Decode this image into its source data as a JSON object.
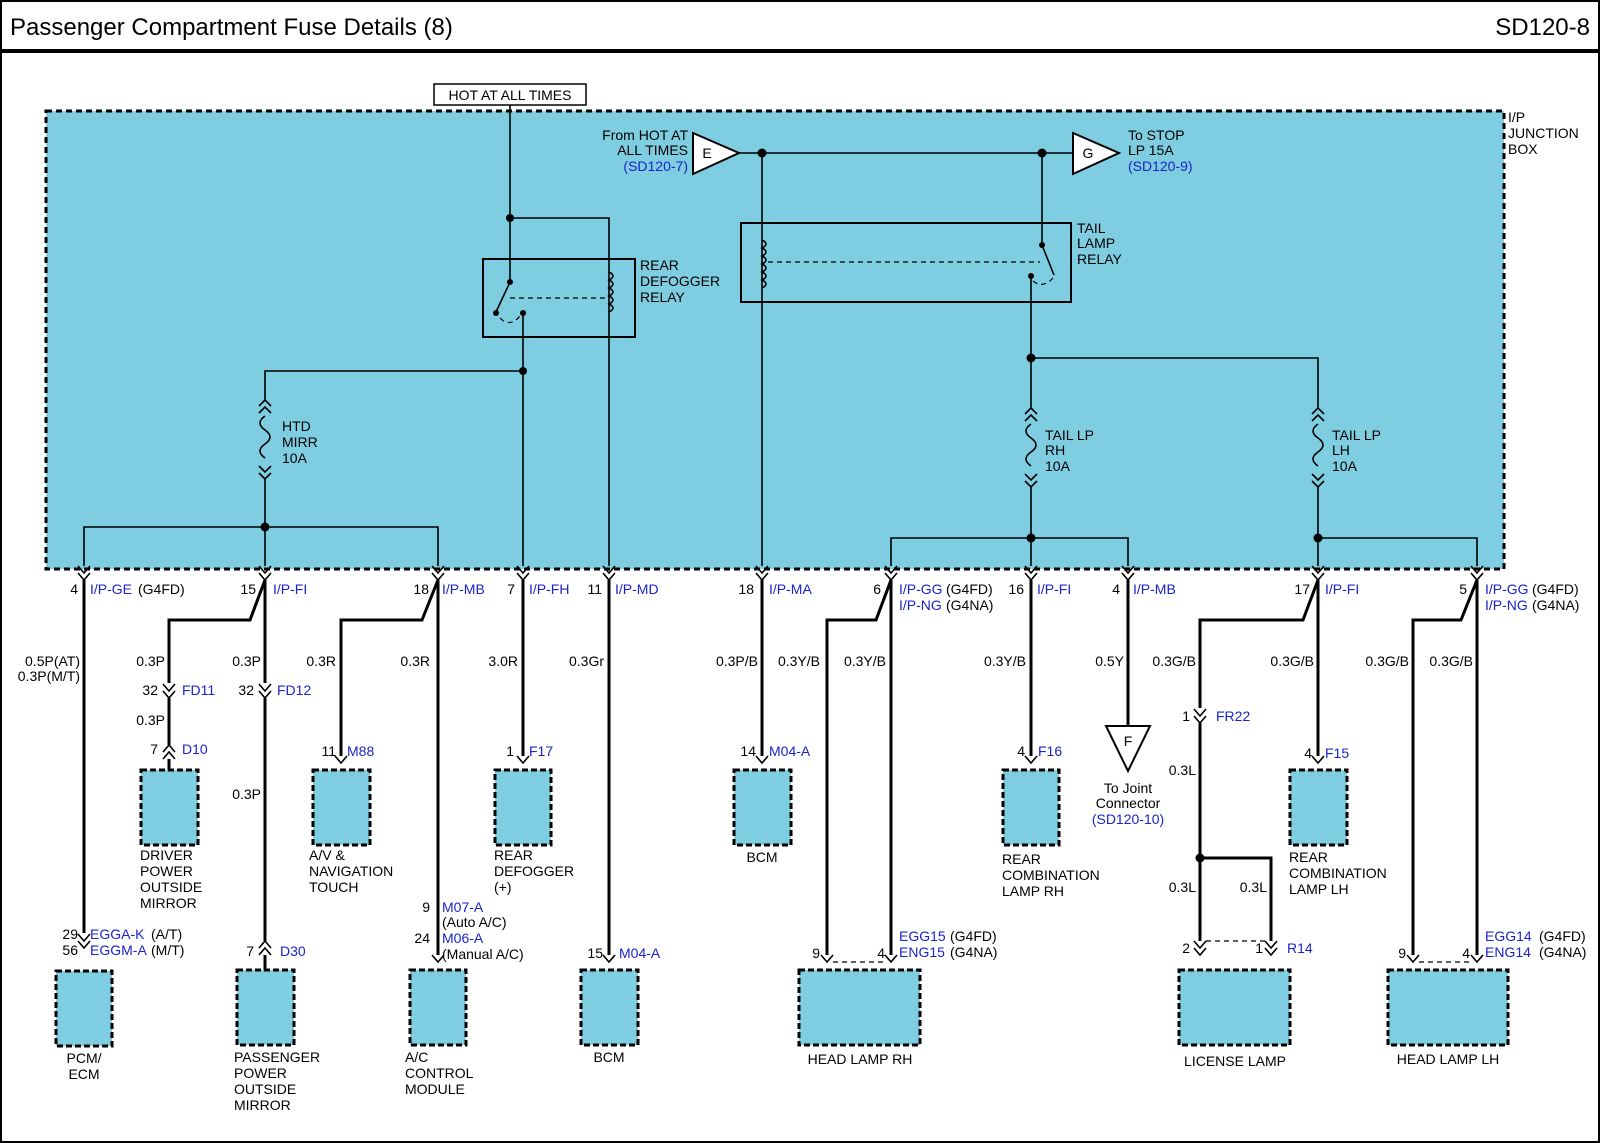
{
  "header": {
    "title": "Passenger Compartment Fuse Details (8)",
    "page_code": "SD120-8"
  },
  "hot_label": "HOT AT ALL TIMES",
  "junction_box": [
    "I/P",
    "JUNCTION",
    "BOX"
  ],
  "from_hot": {
    "letter": "E",
    "lines": [
      "From HOT AT",
      "ALL TIMES"
    ],
    "ref": "(SD120-7)"
  },
  "to_stop": {
    "letter": "G",
    "lines": [
      "To STOP",
      "LP 15A"
    ],
    "ref": "(SD120-9)"
  },
  "to_joint": {
    "letter": "F",
    "lines": [
      "To Joint",
      "Connector"
    ],
    "ref": "(SD120-10)"
  },
  "relays": {
    "rear_defogger": [
      "REAR",
      "DEFOGGER",
      "RELAY"
    ],
    "tail_lamp": [
      "TAIL",
      "LAMP",
      "RELAY"
    ]
  },
  "fuses": {
    "htd_mirr": [
      "HTD",
      "MIRR",
      "10A"
    ],
    "tail_rh": [
      "TAIL LP",
      "RH",
      "10A"
    ],
    "tail_lh": [
      "TAIL LP",
      "LH",
      "10A"
    ]
  },
  "terminals": {
    "t1": {
      "pin": "4",
      "conn": "I/P-GE",
      "note": "(G4FD)"
    },
    "t2": {
      "pin": "15",
      "conn": "I/P-FI"
    },
    "t3": {
      "pin": "18",
      "conn": "I/P-MB"
    },
    "t4": {
      "pin": "7",
      "conn": "I/P-FH"
    },
    "t5": {
      "pin": "11",
      "conn": "I/P-MD"
    },
    "t6": {
      "pin": "18",
      "conn": "I/P-MA"
    },
    "t7": {
      "pin": "6",
      "conn": "I/P-GG",
      "note": "(G4FD)",
      "conn2": "I/P-NG",
      "note2": "(G4NA)"
    },
    "t8": {
      "pin": "16",
      "conn": "I/P-FI"
    },
    "t9": {
      "pin": "4",
      "conn": "I/P-MB"
    },
    "t10": {
      "pin": "17",
      "conn": "I/P-FI"
    },
    "t11": {
      "pin": "5",
      "conn": "I/P-GG",
      "note": "(G4FD)",
      "conn2": "I/P-NG",
      "note2": "(G4NA)"
    }
  },
  "wires": {
    "w_pcm1": "0.5P(AT)",
    "w_pcm2": "0.3P(M/T)",
    "w_fd11": "0.3P",
    "w_d10": "0.3P",
    "w_fd12": "0.3P",
    "w_d30": "0.3P",
    "w_m88": "0.3R",
    "w_ac": "0.3R",
    "w_f17": "3.0R",
    "w_bcm1": "0.3Gr",
    "w_bcm2": "0.3P/B",
    "w_hrh1": "0.3Y/B",
    "w_hrh2": "0.3Y/B",
    "w_f16": "0.3Y/B",
    "w_f": "0.5Y",
    "w_fr22": "0.3G/B",
    "w_f15": "0.3G/B",
    "w_hlh1": "0.3G/B",
    "w_hlh2": "0.3G/B",
    "w_l1": "0.3L",
    "w_l2": "0.3L",
    "w_l3": "0.3L"
  },
  "connectors": {
    "fd11": {
      "pin": "32",
      "name": "FD11"
    },
    "fd12": {
      "pin": "32",
      "name": "FD12"
    },
    "d10": {
      "pin": "7",
      "name": "D10"
    },
    "d30": {
      "pin": "7",
      "name": "D30"
    },
    "m88": {
      "pin": "11",
      "name": "M88"
    },
    "f17": {
      "pin": "1",
      "name": "F17"
    },
    "m04a_1": {
      "pin": "14",
      "name": "M04-A"
    },
    "m04a_2": {
      "pin": "15",
      "name": "M04-A"
    },
    "f16": {
      "pin": "4",
      "name": "F16"
    },
    "fr22": {
      "pin": "1",
      "name": "FR22"
    },
    "f15": {
      "pin": "4",
      "name": "F15"
    },
    "r14": {
      "pin2": "2",
      "pin1": "1",
      "name": "R14"
    },
    "egg_a": {
      "pin1": "29",
      "name1": "EGGA-K",
      "note1": "(A/T)",
      "pin2": "56",
      "name2": "EGGM-A",
      "note2": "(M/T)"
    },
    "m07": {
      "pin1": "9",
      "name1": "M07-A",
      "note1": "(Auto A/C)",
      "pin2": "24",
      "name2": "M06-A",
      "note2": "(Manual A/C)"
    },
    "egg15": {
      "pin_a": "9",
      "pin_b": "4",
      "name1": "EGG15",
      "note1": "(G4FD)",
      "name2": "ENG15",
      "note2": "(G4NA)"
    },
    "egg14": {
      "pin_a": "9",
      "pin_b": "4",
      "name1": "EGG14",
      "note1": "(G4FD)",
      "name2": "ENG14",
      "note2": "(G4NA)"
    }
  },
  "components": {
    "pcm": [
      "PCM/",
      "ECM"
    ],
    "driver_mirror": [
      "DRIVER",
      "POWER",
      "OUTSIDE",
      "MIRROR"
    ],
    "passenger_mirror": [
      "PASSENGER",
      "POWER",
      "OUTSIDE",
      "MIRROR"
    ],
    "av_nav": [
      "A/V &",
      "NAVIGATION",
      "TOUCH"
    ],
    "ac_module": [
      "A/C",
      "CONTROL",
      "MODULE"
    ],
    "rear_defogger": [
      "REAR",
      "DEFOGGER",
      "(+)"
    ],
    "bcm_lower": [
      "BCM"
    ],
    "bcm_upper": [
      "BCM"
    ],
    "head_lamp_rh": [
      "HEAD LAMP RH"
    ],
    "rear_comb_rh": [
      "REAR",
      "COMBINATION",
      "LAMP RH"
    ],
    "license_lamp": [
      "LICENSE LAMP"
    ],
    "rear_comb_lh": [
      "REAR",
      "COMBINATION",
      "LAMP LH"
    ],
    "head_lamp_lh": [
      "HEAD LAMP LH"
    ]
  },
  "colors": {
    "box_fill": "#7fcde0",
    "connector_text": "#1a24c8",
    "line": "#000000"
  }
}
